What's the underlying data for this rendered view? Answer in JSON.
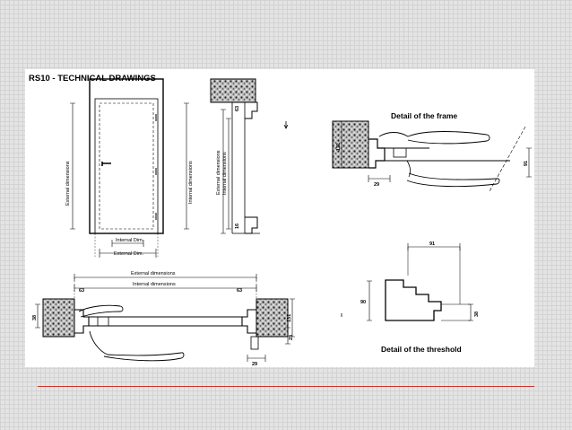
{
  "sheet": {
    "title": "RS10 - TECHNICAL DRAWINGS",
    "detail_frame_title": "Detail of the frame",
    "detail_threshold_title": "Detail of the threshold",
    "elevation": {
      "external_dimensions": "External dimensions",
      "internal_dimensions": "Internal dimensions",
      "internal_dim": "Internal Dim.",
      "external_dim": "External Dim."
    },
    "section": {
      "external_dimensions": "External dimensions",
      "internal_dimensions": "Internal dimensions",
      "dim_63": "63",
      "dim_16": "16"
    },
    "plan": {
      "external_dimensions": "External dimensions",
      "internal_dimensions": "Internal dimensions",
      "dim_63_left": "63",
      "dim_63_right": "63",
      "dim_38": "38",
      "dim_131": "131",
      "dim_23": "23",
      "dim_29": "29"
    },
    "frame_detail": {
      "dim_131": "131",
      "dim_91": "91",
      "dim_29": "29"
    },
    "threshold_detail": {
      "dim_91": "91",
      "dim_90": "90",
      "dim_38": "38"
    }
  },
  "colors": {
    "page_background": "#e4e4e4",
    "grid_line": "#d3d3d3",
    "sheet": "#ffffff",
    "ink": "#000000",
    "accent_line": "#c8342c"
  }
}
